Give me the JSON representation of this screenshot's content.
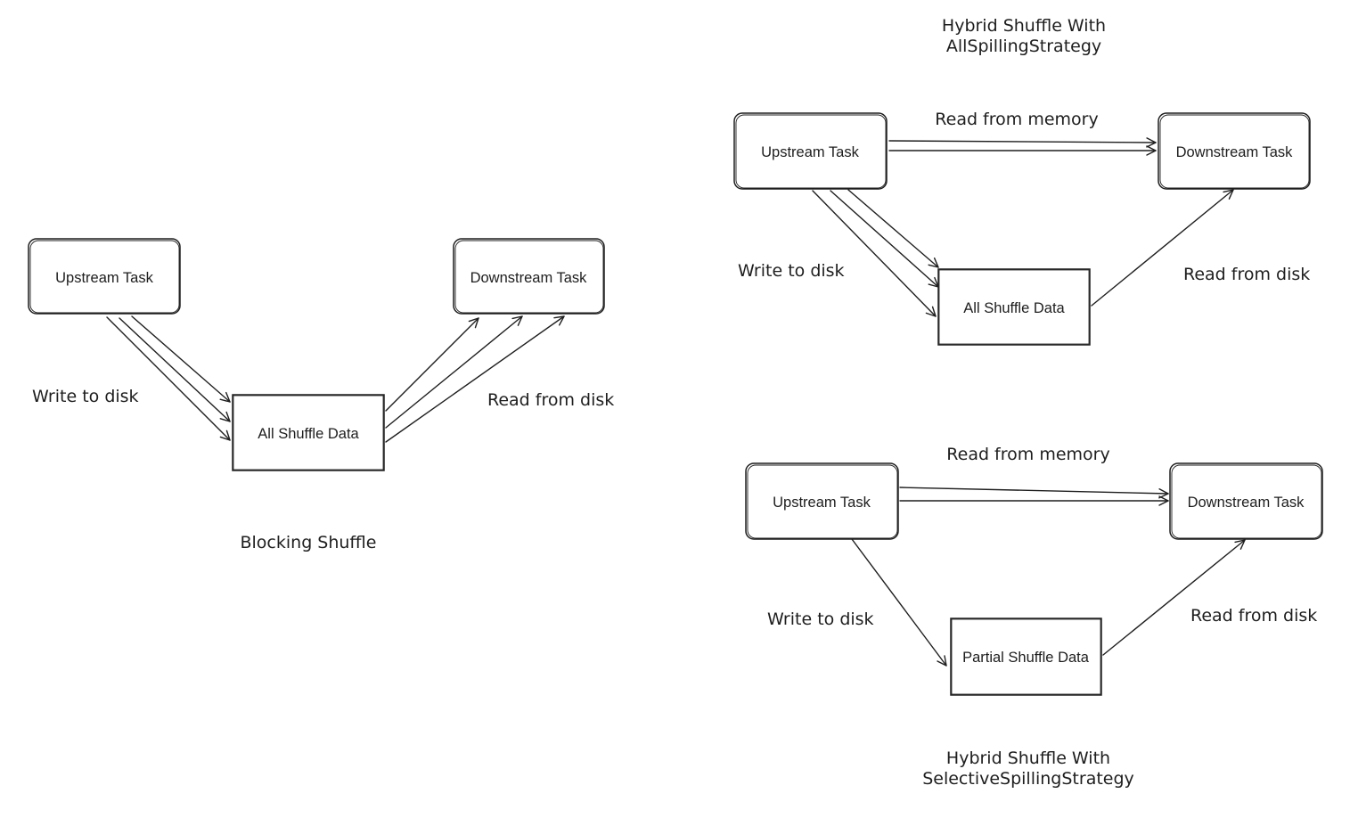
{
  "blocking": {
    "title": "Blocking Shuffle",
    "upstream": "Upstream Task",
    "downstream": "Downstream Task",
    "data": "All Shuffle Data",
    "write_label": "Write to disk",
    "read_label": "Read from disk"
  },
  "all_spilling": {
    "title_line1": "Hybrid Shuffle With",
    "title_line2": "AllSpillingStrategy",
    "upstream": "Upstream Task",
    "downstream": "Downstream Task",
    "data": "All Shuffle Data",
    "memory_label": "Read from memory",
    "write_label": "Write to disk",
    "read_label": "Read from disk"
  },
  "selective_spilling": {
    "title_line1": "Hybrid Shuffle With",
    "title_line2": "SelectiveSpillingStrategy",
    "upstream": "Upstream Task",
    "downstream": "Downstream Task",
    "data": "Partial Shuffle Data",
    "memory_label": "Read from memory",
    "write_label": "Write to disk",
    "read_label": "Read from disk"
  }
}
